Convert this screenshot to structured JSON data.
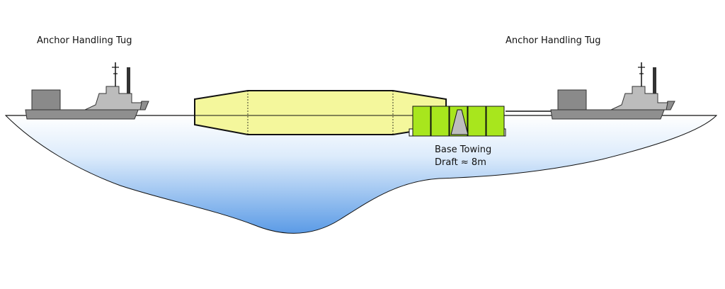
{
  "labels": {
    "tug_left": "Anchor Handling Tug",
    "tug_right": "Anchor Handling Tug",
    "base_towing": "Base Towing",
    "draft": "Draft ≈ 8m"
  },
  "colors": {
    "water_top": "#ffffff",
    "water_bottom": "#5b9be6",
    "hull": "#f2f59a",
    "base_block": "#a8e61d",
    "ship_light": "#b9b9b9",
    "ship_dark": "#8a8a8a",
    "outline": "#111111"
  }
}
